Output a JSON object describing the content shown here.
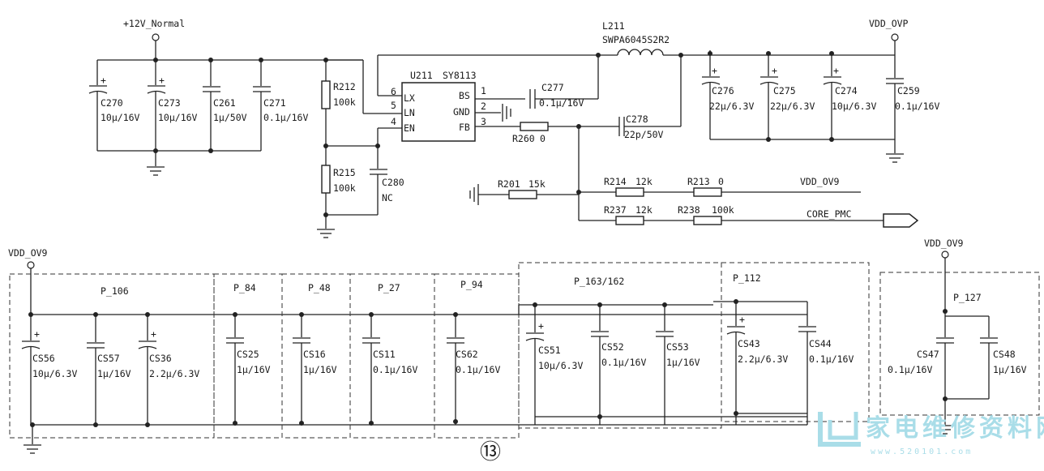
{
  "nets": {
    "v12": "+12V_Normal",
    "vdd_ovp": "VDD_OVP",
    "vdd_ov9_a": "VDD_OV9",
    "vdd_ov9_b": "VDD_OV9",
    "vdd_ov9_c": "VDD_OV9",
    "core_pmc": "CORE_PMC"
  },
  "ic": {
    "ref": "U211",
    "part": "SY8113",
    "pins_left": [
      {
        "num": "6",
        "name": "LX"
      },
      {
        "num": "5",
        "name": "LN"
      },
      {
        "num": "4",
        "name": "EN"
      }
    ],
    "pins_right": [
      {
        "num": "1",
        "name": "BS"
      },
      {
        "num": "2",
        "name": "GND"
      },
      {
        "num": "3",
        "name": "FB"
      }
    ]
  },
  "inductor": {
    "ref": "L211",
    "part": "SWPA6045S2R2"
  },
  "input_caps": [
    {
      "ref": "C270",
      "value": "10μ/16V"
    },
    {
      "ref": "C273",
      "value": "10μ/16V"
    },
    {
      "ref": "C261",
      "value": "1μ/50V"
    },
    {
      "ref": "C271",
      "value": "0.1μ/16V"
    }
  ],
  "resistors": {
    "r212": {
      "ref": "R212",
      "value": "100k"
    },
    "r215": {
      "ref": "R215",
      "value": "100k"
    },
    "r260": {
      "ref": "R260",
      "value": "0"
    },
    "r201": {
      "ref": "R201",
      "value": "15k"
    },
    "r214": {
      "ref": "R214",
      "value": "12k"
    },
    "r213": {
      "ref": "R213",
      "value": "0"
    },
    "r237": {
      "ref": "R237",
      "value": "12k"
    },
    "r238": {
      "ref": "R238",
      "value": "100k"
    }
  },
  "caps_misc": {
    "c280": {
      "ref": "C280",
      "value": "NC"
    },
    "c277": {
      "ref": "C277",
      "value": "0.1μ/16V"
    },
    "c278": {
      "ref": "C278",
      "value": "22p/50V"
    }
  },
  "output_caps": [
    {
      "ref": "C276",
      "value": "22μ/6.3V"
    },
    {
      "ref": "C275",
      "value": "22μ/6.3V"
    },
    {
      "ref": "C274",
      "value": "10μ/6.3V"
    },
    {
      "ref": "C259",
      "value": "0.1μ/16V"
    }
  ],
  "decoupling_groups": [
    {
      "label": "P_106",
      "caps": [
        {
          "ref": "CS56",
          "value": "10μ/6.3V"
        },
        {
          "ref": "CS57",
          "value": "1μ/16V"
        },
        {
          "ref": "CS36",
          "value": "2.2μ/6.3V"
        }
      ]
    },
    {
      "label": "P_84",
      "caps": [
        {
          "ref": "CS25",
          "value": "1μ/16V"
        }
      ]
    },
    {
      "label": "P_48",
      "caps": [
        {
          "ref": "CS16",
          "value": "1μ/16V"
        }
      ]
    },
    {
      "label": "P_27",
      "caps": [
        {
          "ref": "CS11",
          "value": "0.1μ/16V"
        }
      ]
    },
    {
      "label": "P_94",
      "caps": [
        {
          "ref": "CS62",
          "value": "0.1μ/16V"
        }
      ]
    },
    {
      "label": "P_163/162",
      "caps": [
        {
          "ref": "CS51",
          "value": "10μ/6.3V"
        },
        {
          "ref": "CS52",
          "value": "0.1μ/16V"
        },
        {
          "ref": "CS53",
          "value": "1μ/16V"
        }
      ]
    },
    {
      "label": "P_112",
      "caps": [
        {
          "ref": "CS43",
          "value": "2.2μ/6.3V"
        },
        {
          "ref": "CS44",
          "value": "0.1μ/16V"
        }
      ]
    }
  ],
  "decoupling_right": {
    "label": "P_127",
    "caps": [
      {
        "ref": "CS47",
        "value": "0.1μ/16V"
      },
      {
        "ref": "CS48",
        "value": "1μ/16V"
      }
    ]
  },
  "figure_number": "⑬",
  "watermark": {
    "text": "家电维修资料网",
    "url": "www.520101.com"
  }
}
